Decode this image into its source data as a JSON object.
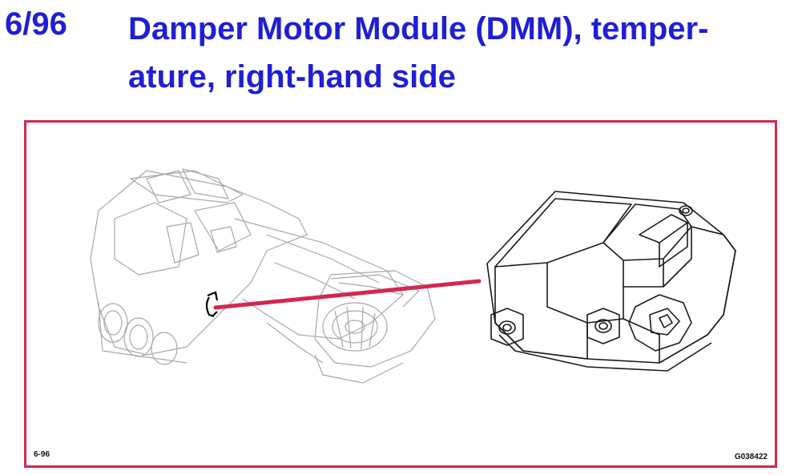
{
  "header": {
    "section_number": "6/96",
    "title_line_1": "Damper Motor Module (DMM), temper-",
    "title_line_2": "ature, right-hand side"
  },
  "figure": {
    "figure_number": "6-96",
    "graphic_code": "G038422",
    "frame_color": "#d0294f",
    "title_color": "#1f1fd6"
  }
}
